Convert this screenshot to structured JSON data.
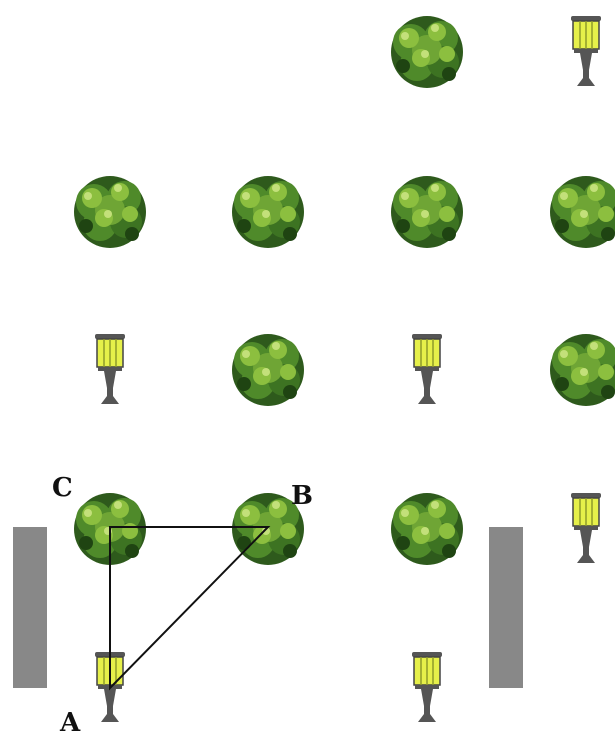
{
  "labels": {
    "a": "A",
    "b": "B",
    "c": "C"
  },
  "colors": {
    "tree_dark": "#2e5a1c",
    "tree_mid": "#4f8a2a",
    "tree_light": "#8cbf3f",
    "tree_highlight": "#c3e07a",
    "lamp_body": "#555555",
    "lamp_glass": "#e6f04a",
    "wall": "#888888",
    "line": "#111111"
  },
  "grid": {
    "trees": [
      "r0c2",
      "r1c0",
      "r1c1",
      "r1c2",
      "r1c3",
      "r2c1",
      "r2c3",
      "r3c0",
      "r3c1",
      "r3c2"
    ],
    "lamps": [
      "r0c3",
      "r2c0",
      "r2c2",
      "r3c3",
      "r4c0",
      "r4c2"
    ]
  }
}
